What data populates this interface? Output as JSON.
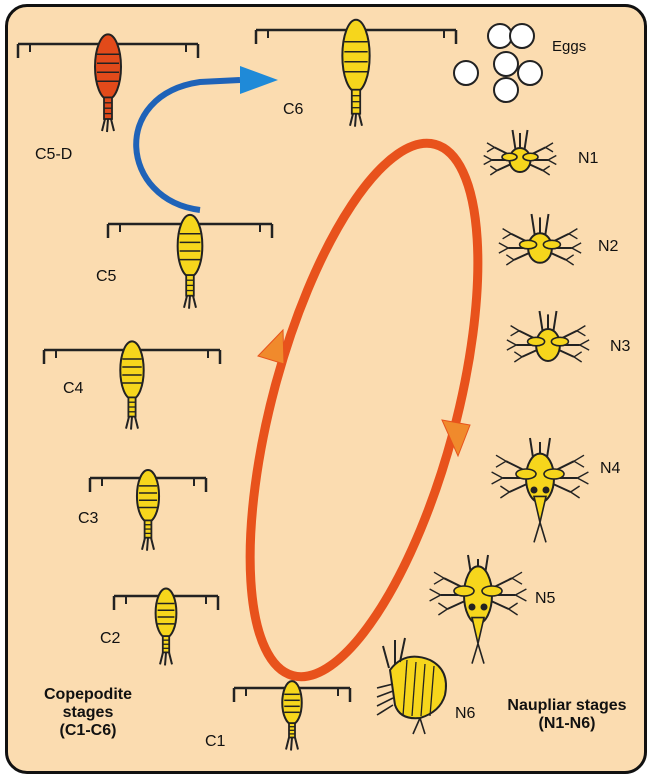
{
  "labels": {
    "eggs": "Eggs",
    "n1": "N1",
    "n2": "N2",
    "n3": "N3",
    "n4": "N4",
    "n5": "N5",
    "n6": "N6",
    "c1": "C1",
    "c2": "C2",
    "c3": "C3",
    "c4": "C4",
    "c5": "C5",
    "c5d": "C5-D",
    "c6": "C6"
  },
  "captions": {
    "copepodite": [
      "Copepodite",
      "stages",
      "(C1-C6)"
    ],
    "naupliar": [
      "Naupliar stages",
      "(N1-N6)"
    ]
  },
  "colors": {
    "background": "#fbdcb0",
    "body_yellow": "#f6d61c",
    "body_red": "#e24a1a",
    "cycle_orange": "#e8521c",
    "arrow_light_orange": "#f08a2c",
    "diapause_blue": "#1f63b8",
    "egg_white": "#ffffff"
  }
}
